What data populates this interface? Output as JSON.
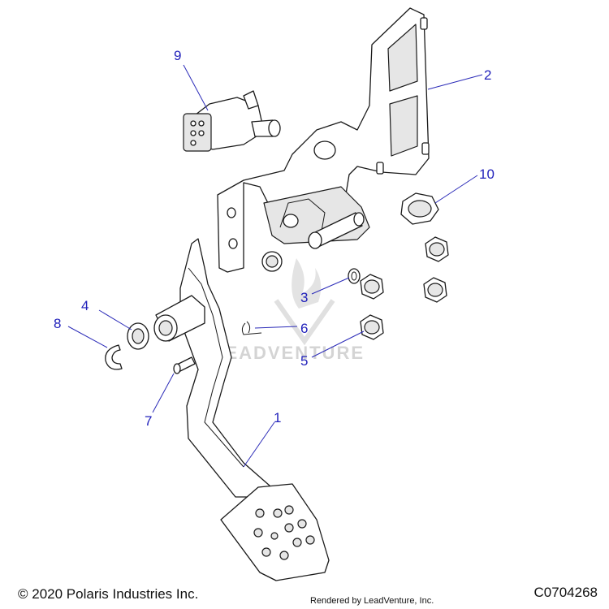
{
  "callouts": {
    "c1": "1",
    "c2": "2",
    "c3": "3",
    "c4": "4",
    "c5": "5",
    "c6": "6",
    "c7": "7",
    "c8": "8",
    "c9": "9",
    "c10": "10"
  },
  "watermark": "LEADVENTURE",
  "footer": {
    "copyright": "© 2020 Polaris Industries Inc.",
    "drawing_number": "C0704268",
    "rendered_by": "Rendered by LeadVenture, Inc."
  },
  "colors": {
    "callout": "#2222bb",
    "line": "#1a1a1a",
    "watermark": "#d4d4d4"
  }
}
